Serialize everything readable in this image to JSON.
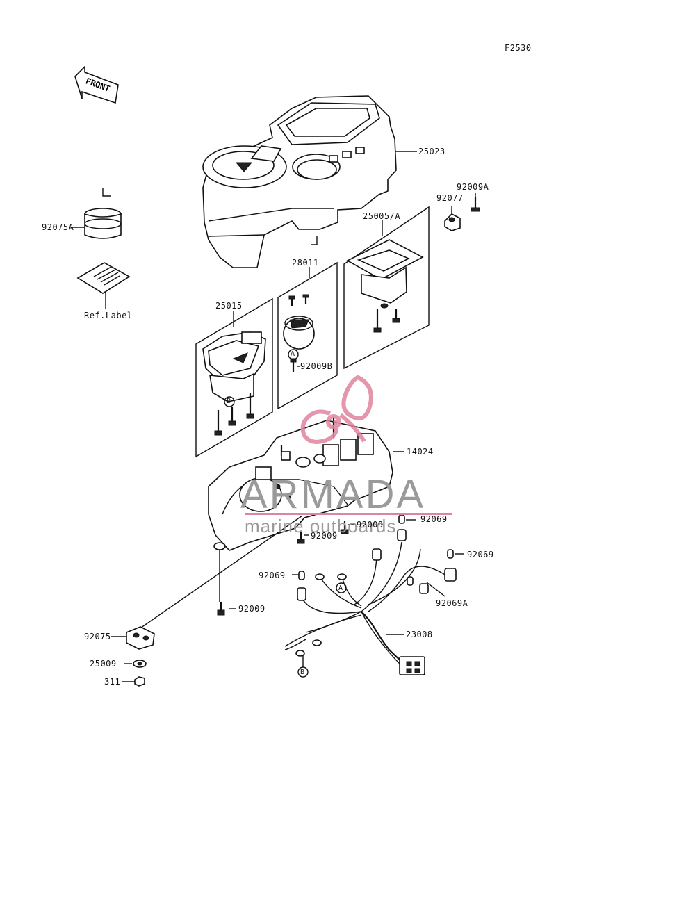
{
  "figure_code": "F2530",
  "front_text": "FRONT",
  "ref_label": "Ref.Label",
  "markers": {
    "a": "A",
    "b": "B"
  },
  "watermark": {
    "brand": "ARMADA",
    "tagline": "marine outboards",
    "logo_color": "#e0849e"
  },
  "parts": {
    "p25023": "25023",
    "p92009A": "92009A",
    "p92077": "92077",
    "p25005A": "25005/A",
    "p92075A": "92075A",
    "p28011": "28011",
    "p25015": "25015",
    "p92009B": "92009B",
    "p14024": "14024",
    "p92009_1": "92009",
    "p92069_1": "92069",
    "p92009_2": "92009",
    "p92069_2": "92069",
    "p92069_3": "92069",
    "p92069A": "92069A",
    "p92009_3": "92009",
    "p23008": "23008",
    "p92075": "92075",
    "p25009": "25009",
    "p311": "311"
  }
}
